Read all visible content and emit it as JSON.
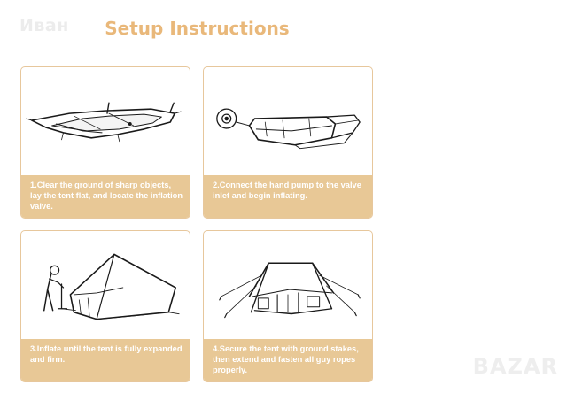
{
  "watermark_top": "Иван",
  "title": "Setup Instructions",
  "steps": [
    {
      "caption": "1.Clear the ground of sharp objects, lay the tent flat, and locate the inflation valve."
    },
    {
      "caption": "2.Connect the hand pump to the valve inlet and begin inflating."
    },
    {
      "caption": "3.Inflate until the tent is fully expanded and firm."
    },
    {
      "caption": "4.Secure the tent with ground stakes, then extend and fasten all guy ropes properly."
    }
  ],
  "watermark_bottom": "BAZAR",
  "colors": {
    "accent": "#e9b87a",
    "card_border": "#e7c79c",
    "caption_bg": "#e8c896",
    "caption_text": "#ffffff"
  }
}
